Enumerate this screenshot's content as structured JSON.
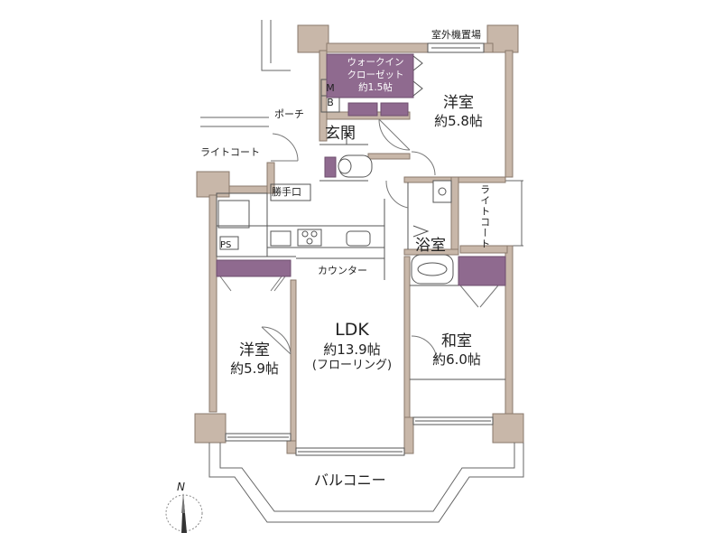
{
  "rooms": {
    "western_room_north": {
      "name": "洋室",
      "area": "約5.8帖"
    },
    "western_room_west": {
      "name": "洋室",
      "area": "約5.9帖"
    },
    "ldk": {
      "name": "LDK",
      "area": "約13.9帖",
      "note": "(フローリング)"
    },
    "japanese_room": {
      "name": "和室",
      "area": "約6.0帖"
    },
    "bath": {
      "name": "浴室"
    },
    "entrance": {
      "name": "玄関"
    }
  },
  "labels": {
    "walk_in_closet": [
      "ウォークイン",
      "クローゼット",
      "約1.5帖"
    ],
    "outdoor_unit": "室外機置場",
    "meter_box": [
      "M",
      "B"
    ],
    "porch": "ポーチ",
    "light_court_west": "ライトコート",
    "light_court_east": "ライトコート",
    "service_entrance": "勝手口",
    "ps": "PS",
    "counter": "カウンター",
    "balcony": "バルコニー"
  },
  "compass": {
    "label": "N"
  },
  "colors": {
    "wall": "#c8b7a9",
    "wall_outline": "#8a7a6c",
    "storage": "#8f6a8f",
    "line": "#555555"
  }
}
